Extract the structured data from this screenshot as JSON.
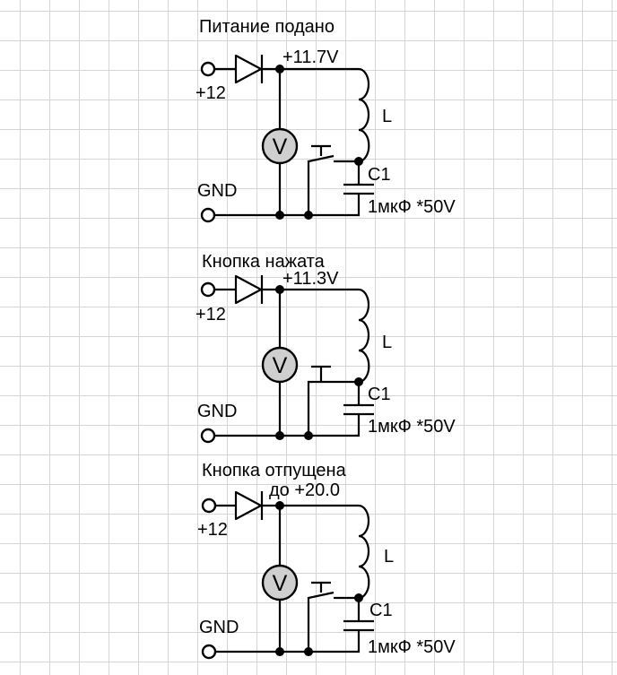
{
  "circuits": [
    {
      "title": "Питание подано",
      "voltage": "+11.7V",
      "input_label": "+12",
      "ground_label": "GND",
      "inductor_label": "L",
      "capacitor_label": "C1",
      "capacitor_value": "1мкФ *50V",
      "meter_symbol": "V",
      "button_state": "open"
    },
    {
      "title": "Кнопка нажата",
      "voltage": "+11.3V",
      "input_label": "+12",
      "ground_label": "GND",
      "inductor_label": "L",
      "capacitor_label": "C1",
      "capacitor_value": "1мкФ *50V",
      "meter_symbol": "V",
      "button_state": "closed"
    },
    {
      "title": "Кнопка отпущена",
      "voltage": "до +20.0",
      "input_label": "+12",
      "ground_label": "GND",
      "inductor_label": "L",
      "capacitor_label": "C1",
      "capacitor_value": "1мкФ *50V",
      "meter_symbol": "V",
      "button_state": "open"
    }
  ]
}
